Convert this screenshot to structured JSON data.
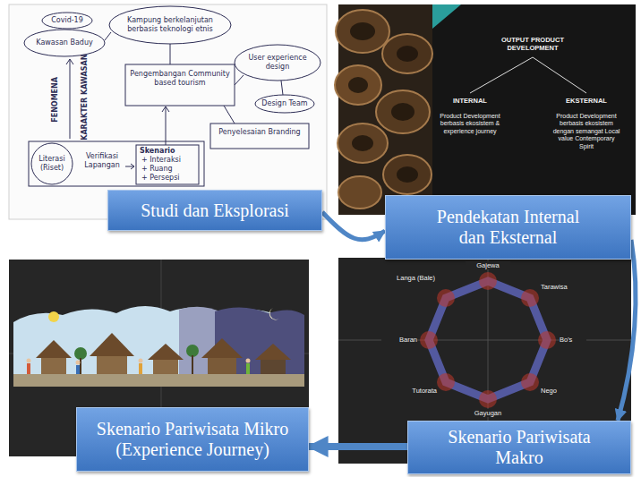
{
  "diagram": {
    "nodes": [
      {
        "text": [
          "Studi dan Eksplorasi"
        ]
      },
      {
        "text": [
          "Pendekatan Internal dan Eksternal"
        ]
      },
      {
        "text": [
          "Skenario Pariwisata Makro"
        ]
      },
      {
        "text": [
          "Skenario Pariwisata Mikro (Experience Journey)"
        ]
      }
    ],
    "edges": [
      {
        "from": 0,
        "to": 1,
        "arrow": "to"
      },
      {
        "from": 1,
        "to": 2,
        "arrow": "to"
      },
      {
        "from": 2,
        "to": 3,
        "arrow": "to"
      }
    ],
    "labels": [
      "Covid-19",
      "Kawasan Baduy",
      "Kampung berkelanjutan berbasis teknologi etnis",
      "Pengembangan Community based tourism",
      "Penyelesaian Branding",
      "User experience design",
      "Design Team",
      "FENOMENA",
      "KARAKTER KAWASAN",
      "Literasi (Riset)",
      "Verifikasi Lapangan",
      "Skenario",
      "+ Interaksi",
      "+ Ruang",
      "+ Persepsi",
      "OUTPUT PRODUCT DEVELOPMENT",
      "INTERNAL",
      "EKSTERNAL",
      "Product Development berbasis ekosistem & experience journey",
      "Product Development berbasis ekosistem dengan semangat Local value Contemporary Spirit",
      "Gajewa",
      "Tarawisa",
      "Bo's",
      "Nego",
      "Gayugan",
      "Tutorata",
      "Baran",
      "Langa (Bale)"
    ]
  }
}
